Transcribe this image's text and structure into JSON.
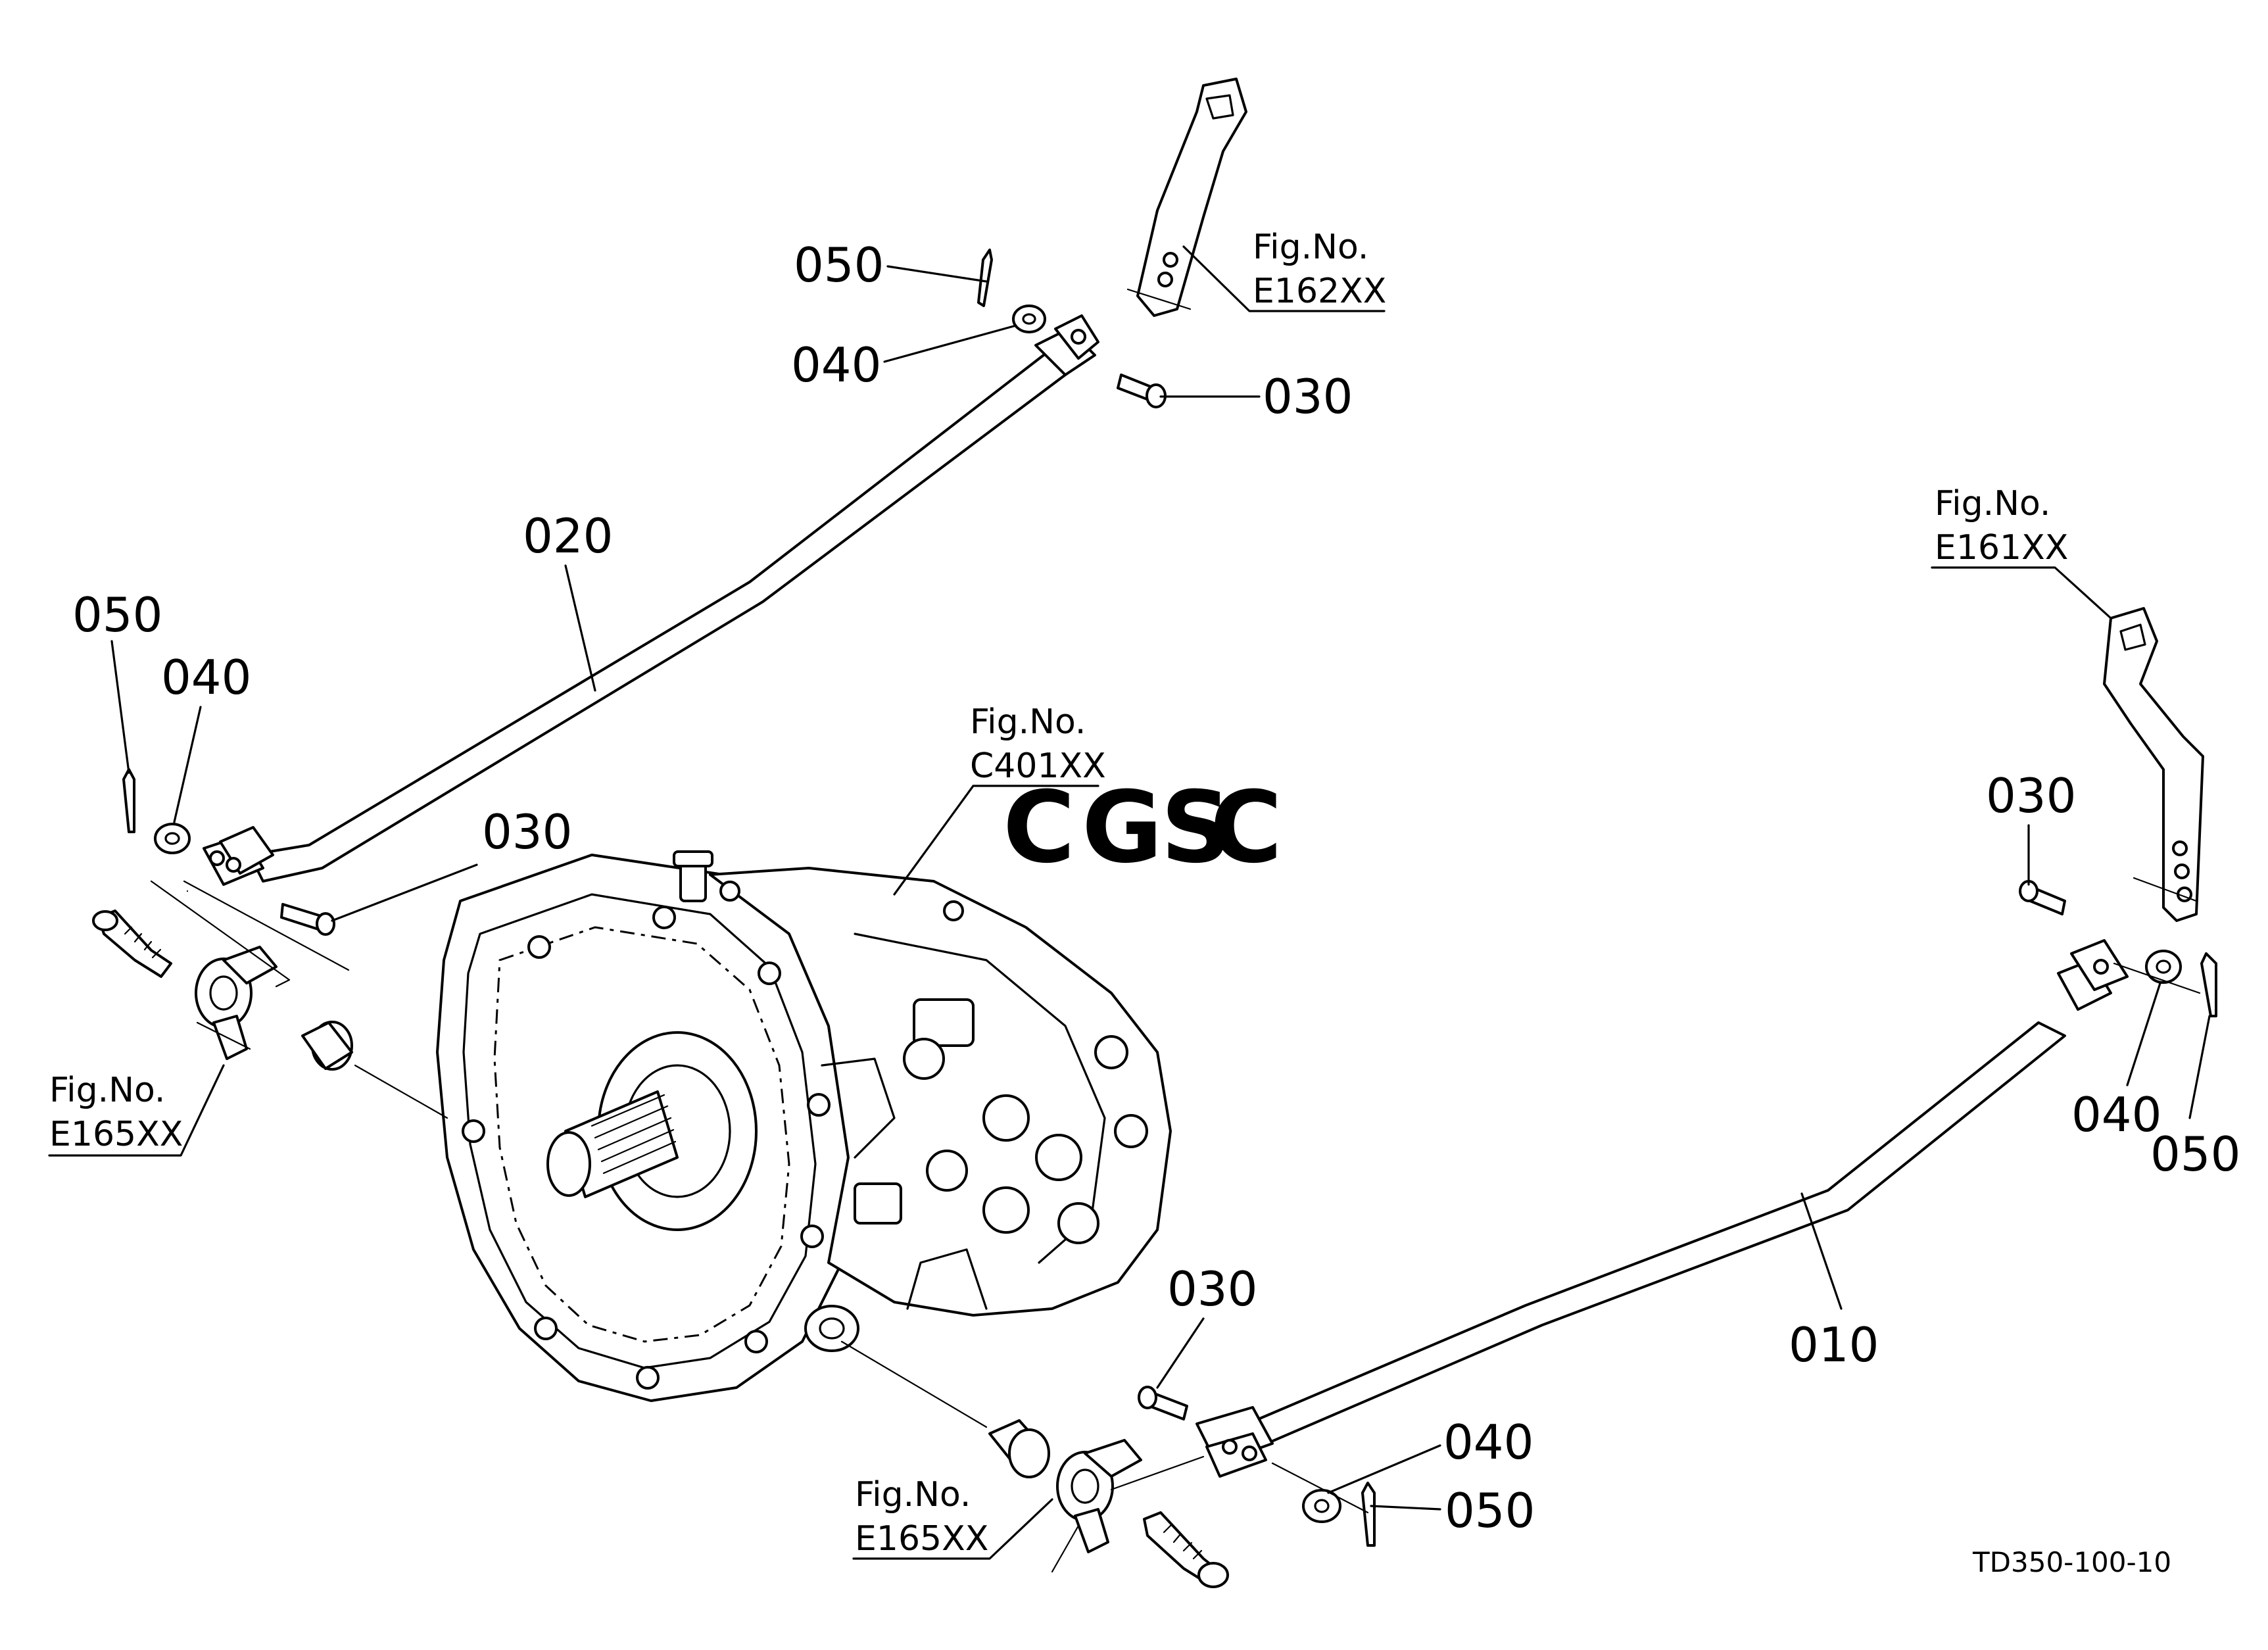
{
  "diagram": {
    "document_id": "TD350-100-10",
    "watermark": {
      "letters": [
        "C",
        "G",
        "S",
        "C"
      ],
      "colors": [
        "#6f9be8",
        "#f08c84",
        "#f2cf63",
        "#6fbf95"
      ]
    },
    "callouts": {
      "c050_top": "050",
      "c040_top": "040",
      "c030_top": "030",
      "c020": "020",
      "c050_left": "050",
      "c040_left": "040",
      "c030_left": "030",
      "c030_right": "030",
      "c040_right": "040",
      "c050_right": "050",
      "c010": "010",
      "c030_bottom": "030",
      "c040_bottom": "040",
      "c050_bottom": "050"
    },
    "figure_refs": {
      "e162": {
        "line1": "Fig.No.",
        "line2": "E162XX"
      },
      "e161": {
        "line1": "Fig.No.",
        "line2": "E161XX"
      },
      "c401": {
        "line1": "Fig.No.",
        "line2": "C401XX"
      },
      "e165_left": {
        "line1": "Fig.No.",
        "line2": "E165XX"
      },
      "e165_bottom": {
        "line1": "Fig.No.",
        "line2": "E165XX"
      }
    }
  }
}
